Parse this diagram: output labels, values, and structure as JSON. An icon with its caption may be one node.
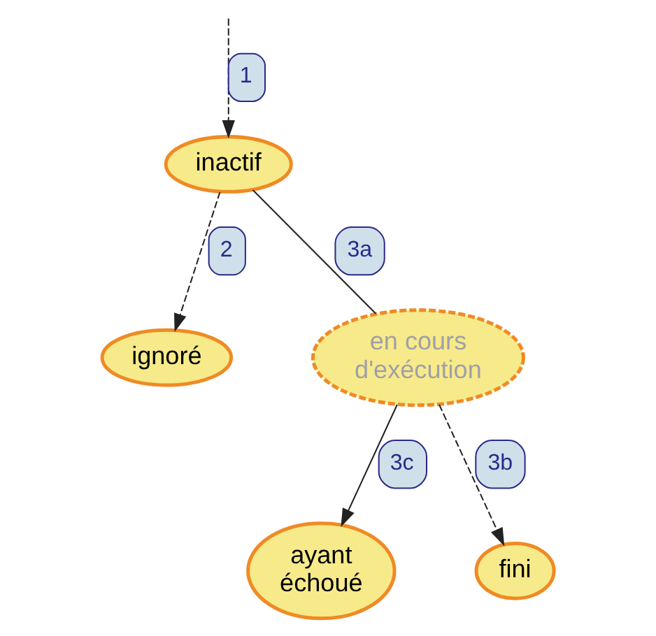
{
  "diagram": {
    "nodes": [
      {
        "text": [
          "inactif"
        ]
      },
      {
        "text": [
          "ignoré"
        ]
      },
      {
        "text": [
          "en cours d'exécution"
        ]
      },
      {
        "text": [
          "ayant échoué"
        ]
      },
      {
        "text": [
          "fini"
        ]
      }
    ],
    "edges": [
      {
        "from": null,
        "to": 0,
        "arrow": "to",
        "style": "dashed",
        "label": "1"
      },
      {
        "from": 0,
        "to": 1,
        "arrow": "to",
        "style": "dashed",
        "label": "2"
      },
      {
        "from": 0,
        "to": 2,
        "arrow": "none",
        "label": "3a"
      },
      {
        "from": 2,
        "to": 4,
        "arrow": "to",
        "style": "dashed",
        "label": "3b"
      },
      {
        "from": 2,
        "to": 3,
        "arrow": "to",
        "label": "3c"
      }
    ]
  }
}
